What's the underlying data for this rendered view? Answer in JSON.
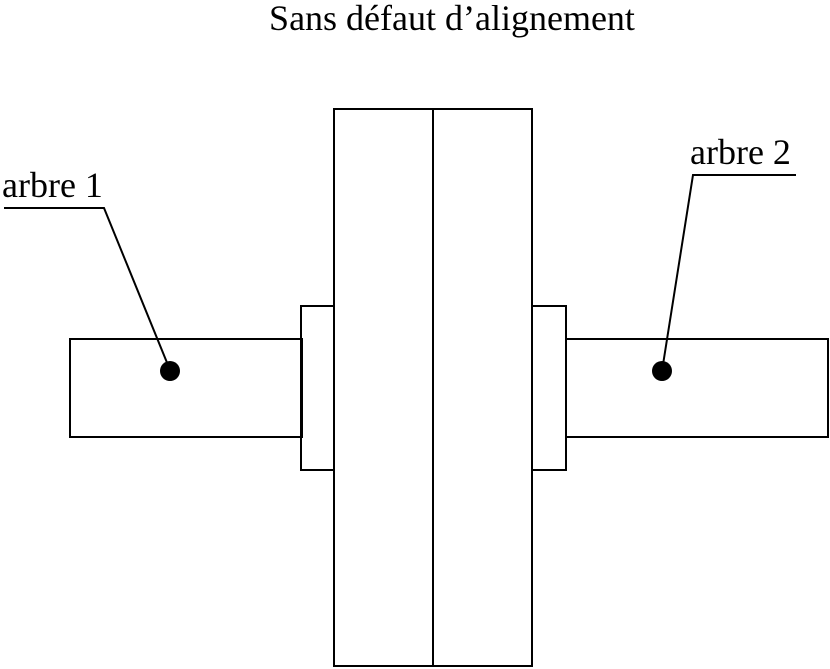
{
  "title": "Sans défaut d’alignement",
  "labels": {
    "shaft_1": "arbre 1",
    "shaft_2": "arbre 2"
  },
  "colors": {
    "stroke": "#000000",
    "background": "#ffffff"
  }
}
